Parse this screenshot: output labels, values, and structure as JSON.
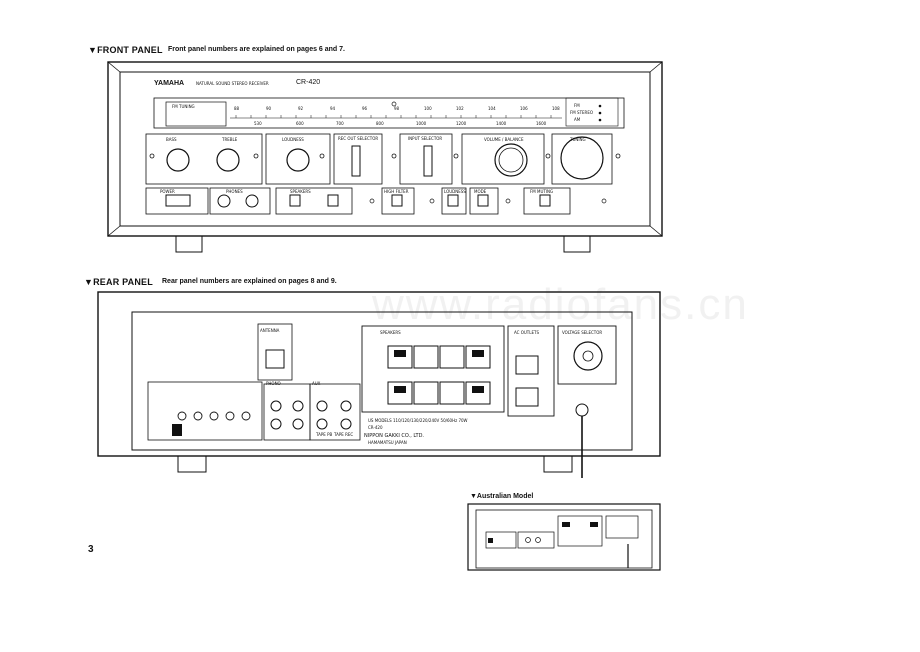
{
  "front": {
    "heading": "▼FRONT PANEL",
    "note": "Front panel numbers are explained on pages 6 and 7.",
    "brand": "YAMAHA",
    "tagline": "NATURAL SOUND  STEREO RECEIVER",
    "model": "CR-420",
    "meter_label": "FM TUNING",
    "freq_marks": [
      "88",
      "90",
      "92",
      "94",
      "96",
      "98",
      "100",
      "102",
      "104",
      "106",
      "108"
    ],
    "am_marks": [
      "530",
      "600",
      "700",
      "800",
      "1000",
      "1200",
      "1400",
      "1600"
    ],
    "indicators": [
      "FM",
      "FM STEREO",
      "AM"
    ],
    "knobs": [
      "BASS",
      "TREBLE",
      "LOUDNESS",
      "VOLUME / BALANCE",
      "TUNING"
    ],
    "selectors": [
      "REC OUT SELECTOR",
      "INPUT SELECTOR"
    ],
    "buttons": [
      "POWER",
      "PHONES",
      "SPEAKERS",
      "HIGH FILTER",
      "LOUDNESS",
      "MODE",
      "FM MUTING"
    ]
  },
  "rear": {
    "heading": "▼REAR PANEL",
    "note": "Rear panel numbers are explained on pages 8 and 9.",
    "sections": [
      "ANTENNA",
      "PHONO",
      "AUX",
      "TAPE PB",
      "TAPE REC",
      "SPEAKERS",
      "AC OUTLETS",
      "VOLTAGE SELECTOR"
    ],
    "specs_line": "US MODELS 110/120/130/220/240V 50/60Hz 70W",
    "model_line": "CR-420",
    "maker": "NIPPON GAKKI CO., LTD.",
    "maker_sub": "HAMAMATSU JAPAN"
  },
  "australian": {
    "heading": "▼Australian Model"
  },
  "page_number": "3",
  "watermark": "www.radiofans.cn"
}
